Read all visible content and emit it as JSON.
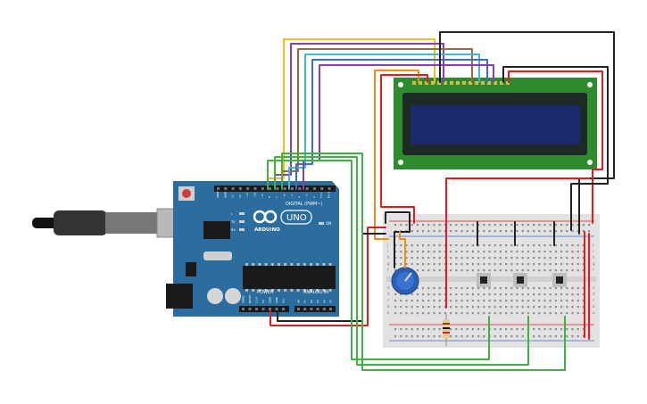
{
  "arduino": {
    "brand": "ARDUINO",
    "model": "UNO",
    "digital_label": "DIGITAL (PWM~)",
    "power_label": "POWER",
    "analog_label": "ANALOG IN",
    "on_label": "ON",
    "led_labels": [
      "L",
      "TX",
      "RX"
    ],
    "top_header_pins": [
      "AREF",
      "GND",
      "13",
      "12",
      "~11",
      "~10",
      "~9",
      "8",
      "7",
      "~6",
      "~5",
      "4",
      "~3",
      "2",
      "TX 1",
      "RX 0"
    ],
    "power_pins": [
      "IOREF",
      "RESET",
      "3.3V",
      "5V",
      "GND",
      "GND",
      "Vin"
    ],
    "analog_pins": [
      "A0",
      "A1",
      "A2",
      "A3",
      "A4",
      "A5"
    ]
  },
  "breadboard": {
    "row_letters_top": [
      "j",
      "i",
      "h",
      "g",
      "f"
    ],
    "row_letters_bottom": [
      "e",
      "d",
      "c",
      "b",
      "a"
    ]
  },
  "colors": {
    "board": "#2b6d9e",
    "board_dark": "#1f5680",
    "lcd_pcb": "#2e8b2e",
    "lcd_bezel": "#1e2a25",
    "lcd_screen": "#1a2a6a",
    "breadboard": "#e2e2e2",
    "wire_red": "#e31b23",
    "wire_black": "#222222",
    "wire_green": "#3fb23f",
    "wire_yellow": "#e8c21a",
    "wire_orange": "#f08c1a",
    "wire_purple": "#8a3fb0",
    "wire_brown": "#9a6a3a",
    "wire_cyan": "#3fb8d8",
    "wire_blue": "#3b6fc8",
    "pot": "#2a5fb8"
  },
  "icons": [
    "usb-cable-icon",
    "arduino-infinity-logo-icon",
    "potentiometer-icon",
    "pushbutton-icon",
    "resistor-icon"
  ]
}
